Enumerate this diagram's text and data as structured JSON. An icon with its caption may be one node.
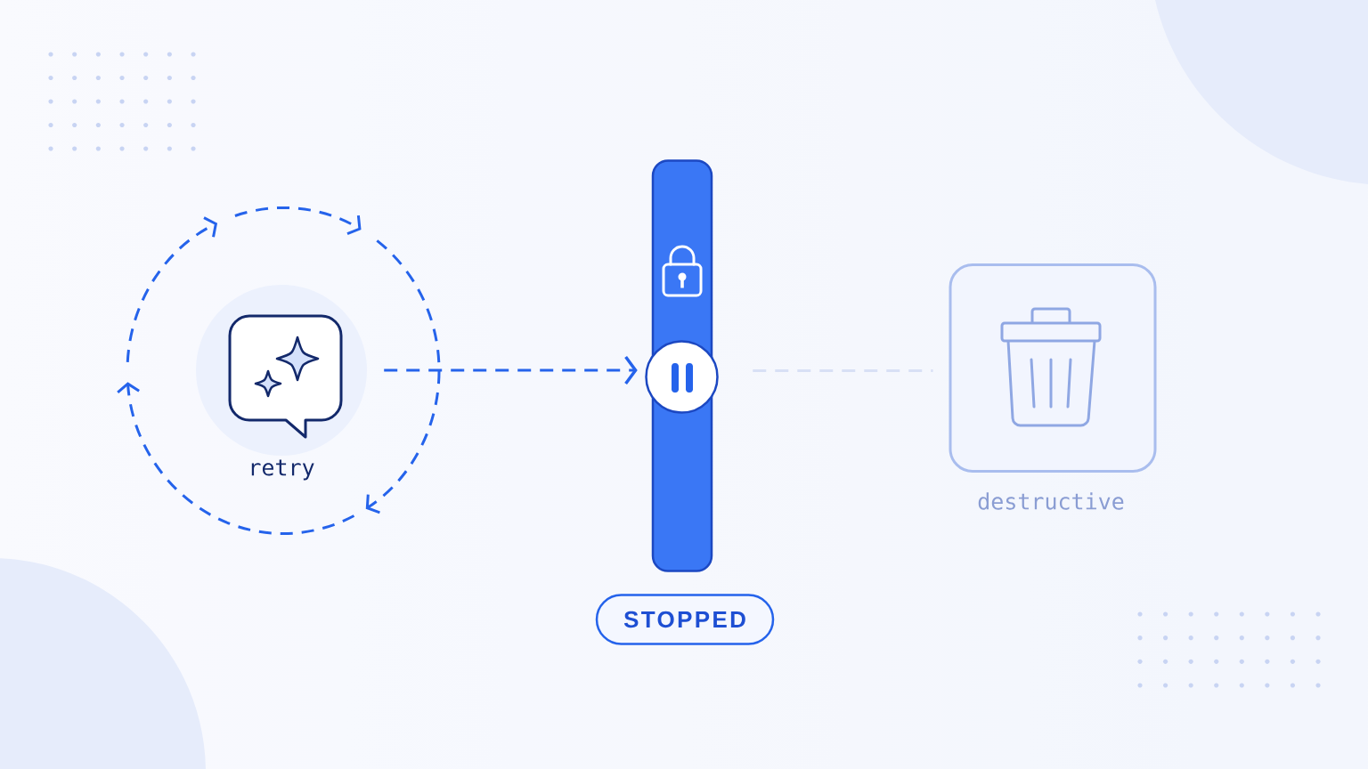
{
  "diagram": {
    "nodes": [
      {
        "text": [
          "retry"
        ]
      },
      {
        "text": [],
        "shape": "bar"
      },
      {
        "text": [
          "STOPPED"
        ]
      },
      {
        "text": [
          "destructive"
        ]
      }
    ],
    "edges": [
      {
        "from": 0,
        "to": 1,
        "arrow": "to",
        "style": "dashed"
      },
      {
        "from": 1,
        "to": 3,
        "arrow": "none",
        "style": "dashed",
        "color": "#d8e0f5"
      }
    ]
  }
}
